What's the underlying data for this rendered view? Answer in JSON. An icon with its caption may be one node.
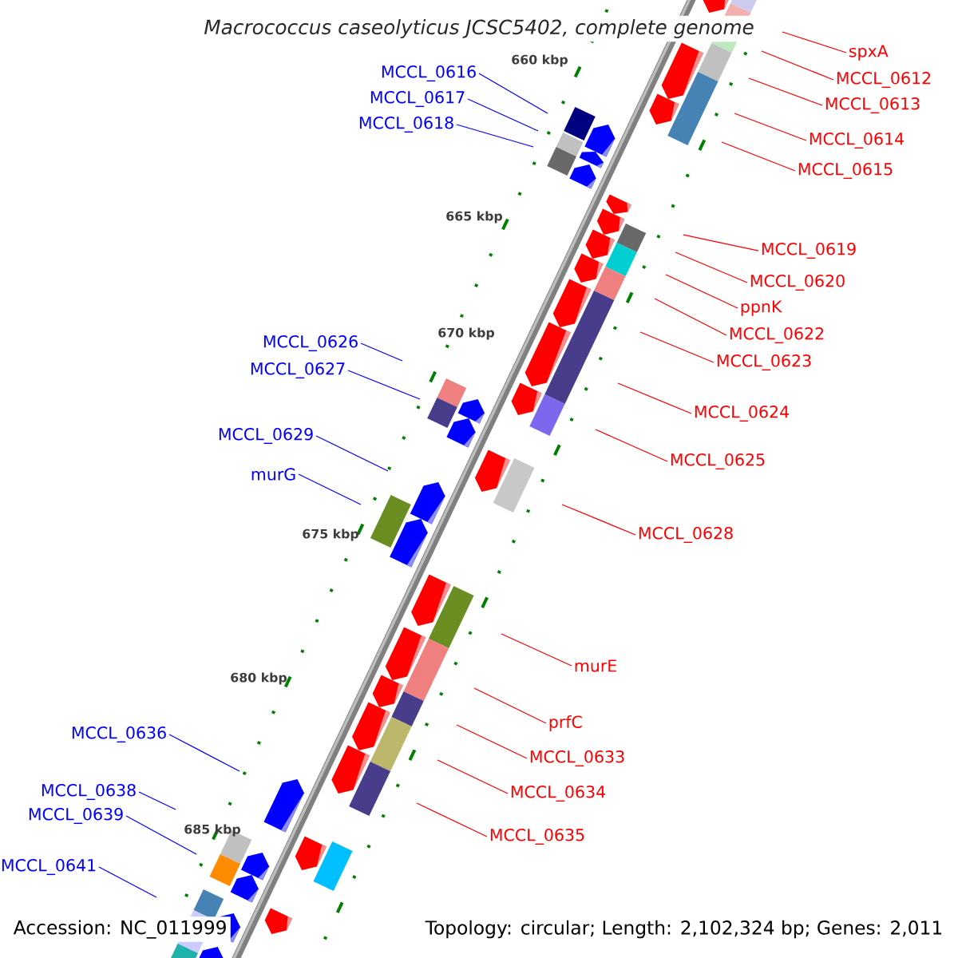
{
  "diagram": {
    "title": "Macrococcus caseolyticus JCSC5402, complete genome",
    "nodes": [
      {
        "text": [
          "spxA"
        ]
      },
      {
        "text": [
          "MCCL_0616"
        ]
      },
      {
        "text": [
          "MCCL_0612"
        ]
      },
      {
        "text": [
          "MCCL_0617"
        ]
      },
      {
        "text": [
          "MCCL_0613"
        ]
      },
      {
        "text": [
          "MCCL_0618"
        ]
      },
      {
        "text": [
          "MCCL_0614"
        ]
      },
      {
        "text": [
          "MCCL_0615"
        ]
      },
      {
        "text": [
          "MCCL_0619"
        ]
      },
      {
        "text": [
          "MCCL_0620"
        ]
      },
      {
        "text": [
          "ppnK"
        ]
      },
      {
        "text": [
          "MCCL_0622"
        ]
      },
      {
        "text": [
          "MCCL_0626"
        ]
      },
      {
        "text": [
          "MCCL_0623"
        ]
      },
      {
        "text": [
          "MCCL_0627"
        ]
      },
      {
        "text": [
          "MCCL_0624"
        ]
      },
      {
        "text": [
          "MCCL_0629"
        ]
      },
      {
        "text": [
          "MCCL_0625"
        ]
      },
      {
        "text": [
          "murG"
        ]
      },
      {
        "text": [
          "MCCL_0628"
        ]
      },
      {
        "text": [
          "murE"
        ]
      },
      {
        "text": [
          "prfC"
        ]
      },
      {
        "text": [
          "MCCL_0636"
        ]
      },
      {
        "text": [
          "MCCL_0633"
        ]
      },
      {
        "text": [
          "MCCL_0638"
        ]
      },
      {
        "text": [
          "MCCL_0634"
        ]
      },
      {
        "text": [
          "MCCL_0639"
        ]
      },
      {
        "text": [
          "MCCL_0635"
        ]
      },
      {
        "text": [
          "MCCL_0641"
        ]
      }
    ],
    "edges": [
      {
        "from": 0,
        "to": null,
        "arrow": "none"
      },
      {
        "from": 1,
        "to": null,
        "arrow": "none",
        "color": "#0000ff"
      },
      {
        "from": 2,
        "to": null,
        "arrow": "none"
      },
      {
        "from": 3,
        "to": null,
        "arrow": "none",
        "color": "#0000ff"
      },
      {
        "from": 4,
        "to": null,
        "arrow": "none"
      },
      {
        "from": 5,
        "to": null,
        "arrow": "none",
        "color": "#0000ff"
      },
      {
        "from": 6,
        "to": null,
        "arrow": "none"
      },
      {
        "from": 7,
        "to": null,
        "arrow": "none"
      },
      {
        "from": 8,
        "to": null,
        "arrow": "none"
      },
      {
        "from": 9,
        "to": null,
        "arrow": "none"
      },
      {
        "from": 10,
        "to": null,
        "arrow": "none"
      },
      {
        "from": 11,
        "to": null,
        "arrow": "none"
      },
      {
        "from": 12,
        "to": null,
        "arrow": "none",
        "color": "#0000ff"
      },
      {
        "from": 13,
        "to": null,
        "arrow": "none"
      },
      {
        "from": 14,
        "to": null,
        "arrow": "none",
        "color": "#0000ff"
      },
      {
        "from": 15,
        "to": null,
        "arrow": "none"
      },
      {
        "from": 16,
        "to": null,
        "arrow": "none",
        "color": "#0000ff"
      },
      {
        "from": 17,
        "to": null,
        "arrow": "none"
      },
      {
        "from": 18,
        "to": null,
        "arrow": "none",
        "color": "#0000ff"
      },
      {
        "from": 19,
        "to": null,
        "arrow": "none"
      },
      {
        "from": 20,
        "to": null,
        "arrow": "none"
      },
      {
        "from": 21,
        "to": null,
        "arrow": "none"
      },
      {
        "from": 22,
        "to": null,
        "arrow": "none",
        "color": "#0000ff"
      },
      {
        "from": 23,
        "to": null,
        "arrow": "none"
      },
      {
        "from": 24,
        "to": null,
        "arrow": "none",
        "color": "#0000ff"
      },
      {
        "from": 25,
        "to": null,
        "arrow": "none"
      },
      {
        "from": 26,
        "to": null,
        "arrow": "none",
        "color": "#0000ff"
      },
      {
        "from": 27,
        "to": null,
        "arrow": "none"
      },
      {
        "from": 28,
        "to": null,
        "arrow": "none",
        "color": "#0000ff"
      }
    ],
    "labels": [
      "660 kbp",
      "665 kbp",
      "670 kbp",
      "675 kbp",
      "680 kbp",
      "685 kbp",
      "Accession: NC_011999",
      "Topology: circular; Length: 2,102,324 bp; Genes: 2,011"
    ]
  }
}
